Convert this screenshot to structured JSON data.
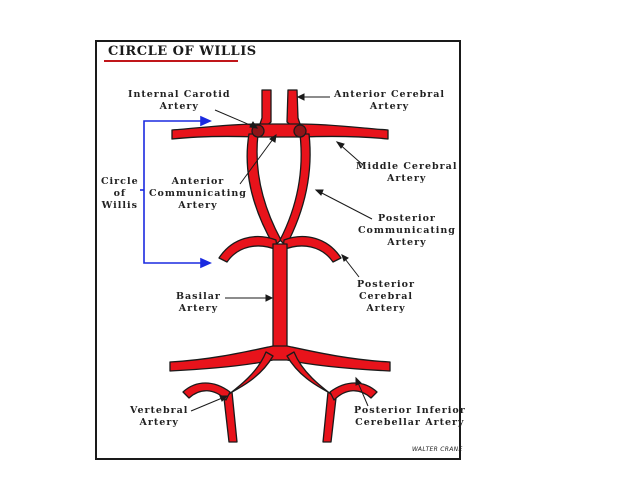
{
  "title": "CIRCLE OF WILLIS",
  "labels": {
    "internal_carotid": "Internal Carotid\nArtery",
    "anterior_cerebral": "Anterior Cerebral\nArtery",
    "middle_cerebral": "Middle Cerebral\nArtery",
    "circle_of_willis": "Circle\nof\nWillis",
    "anterior_communicating": "Anterior\nCommunicating\nArtery",
    "posterior_communicating": "Posterior\nCommunicating\nArtery",
    "posterior_cerebral": "Posterior\nCerebral\nArtery",
    "basilar": "Basilar\nArtery",
    "vertebral": "Vertebral\nArtery",
    "posterior_inferior_cerebellar": "Posterior Inferior\nCerebellar Artery"
  },
  "signature": "WALTER CRANE",
  "colors": {
    "artery": "#e8131b",
    "outline": "#1a1a1a",
    "circle_arrow": "#1a2ae0",
    "title_underline": "#c0161a"
  }
}
